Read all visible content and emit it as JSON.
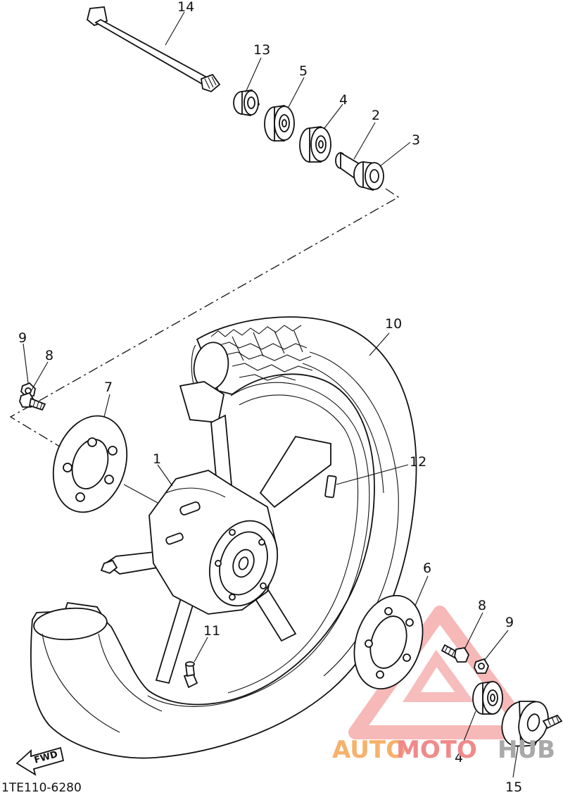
{
  "diagram": {
    "drawing_code": "1TE110-6280",
    "fwd_label": "FWD",
    "callouts": {
      "c1": "1",
      "c2": "2",
      "c3": "3",
      "c4_top": "4",
      "c4_bottom": "4",
      "c5": "5",
      "c6": "6",
      "c7": "7",
      "c8_left": "8",
      "c8_right": "8",
      "c9_left": "9",
      "c9_right": "9",
      "c10": "10",
      "c11": "11",
      "c12": "12",
      "c13": "13",
      "c14": "14",
      "c15": "15"
    }
  },
  "watermark": {
    "part1": "AUTO",
    "part2": "MOTO",
    "part3": "HUB",
    "color_orange": "#f6b16b",
    "color_red": "#f08a8a",
    "color_gray": "#a9a9a9"
  }
}
